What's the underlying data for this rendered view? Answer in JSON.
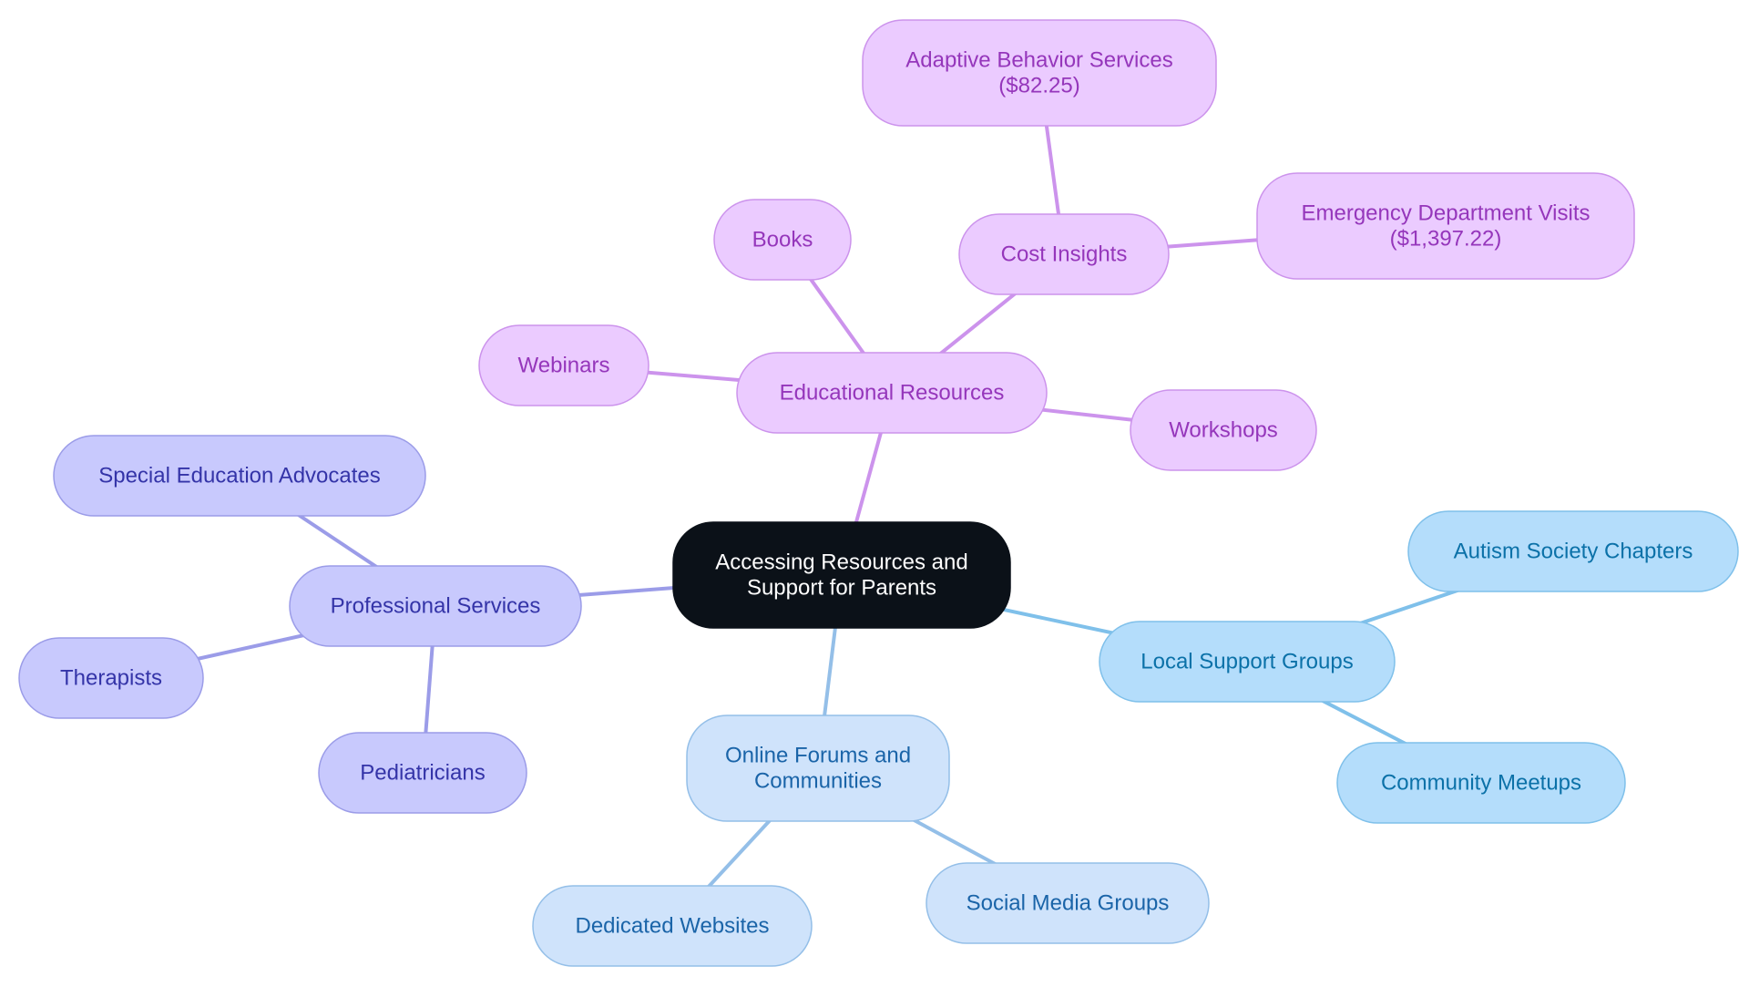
{
  "diagram": {
    "colors": {
      "root_fill": "#0b1118",
      "root_text": "#ffffff",
      "educational_fill": "#ebcbff",
      "educational_stroke": "#cc93ec",
      "educational_text": "#9536bb",
      "professional_fill": "#c8c9fd",
      "professional_stroke": "#9b9ce8",
      "professional_text": "#3434a8",
      "online_fill": "#cfe3fb",
      "online_stroke": "#94bfe8",
      "online_text": "#1a64a8",
      "local_fill": "#b4ddfb",
      "local_stroke": "#7fc0ea",
      "local_text": "#0b71a8"
    },
    "root": {
      "lines": [
        "Accessing Resources and",
        "Support for Parents"
      ]
    },
    "branches": {
      "educational": {
        "lines": [
          "Educational Resources"
        ],
        "children": {
          "cost": {
            "lines": [
              "Cost Insights"
            ],
            "children": {
              "adaptive": {
                "lines": [
                  "Adaptive Behavior Services",
                  "($82.25)"
                ]
              },
              "emergency": {
                "lines": [
                  "Emergency Department Visits",
                  "($1,397.22)"
                ]
              }
            }
          },
          "books": {
            "lines": [
              "Books"
            ]
          },
          "webinars": {
            "lines": [
              "Webinars"
            ]
          },
          "workshops": {
            "lines": [
              "Workshops"
            ]
          }
        }
      },
      "professional": {
        "lines": [
          "Professional Services"
        ],
        "children": {
          "advocates": {
            "lines": [
              "Special Education Advocates"
            ]
          },
          "therapists": {
            "lines": [
              "Therapists"
            ]
          },
          "pediatricians": {
            "lines": [
              "Pediatricians"
            ]
          }
        }
      },
      "online": {
        "lines": [
          "Online Forums and",
          "Communities"
        ],
        "children": {
          "websites": {
            "lines": [
              "Dedicated Websites"
            ]
          },
          "social": {
            "lines": [
              "Social Media Groups"
            ]
          }
        }
      },
      "local": {
        "lines": [
          "Local Support Groups"
        ],
        "children": {
          "autism": {
            "lines": [
              "Autism Society Chapters"
            ]
          },
          "meetups": {
            "lines": [
              "Community Meetups"
            ]
          }
        }
      }
    }
  }
}
